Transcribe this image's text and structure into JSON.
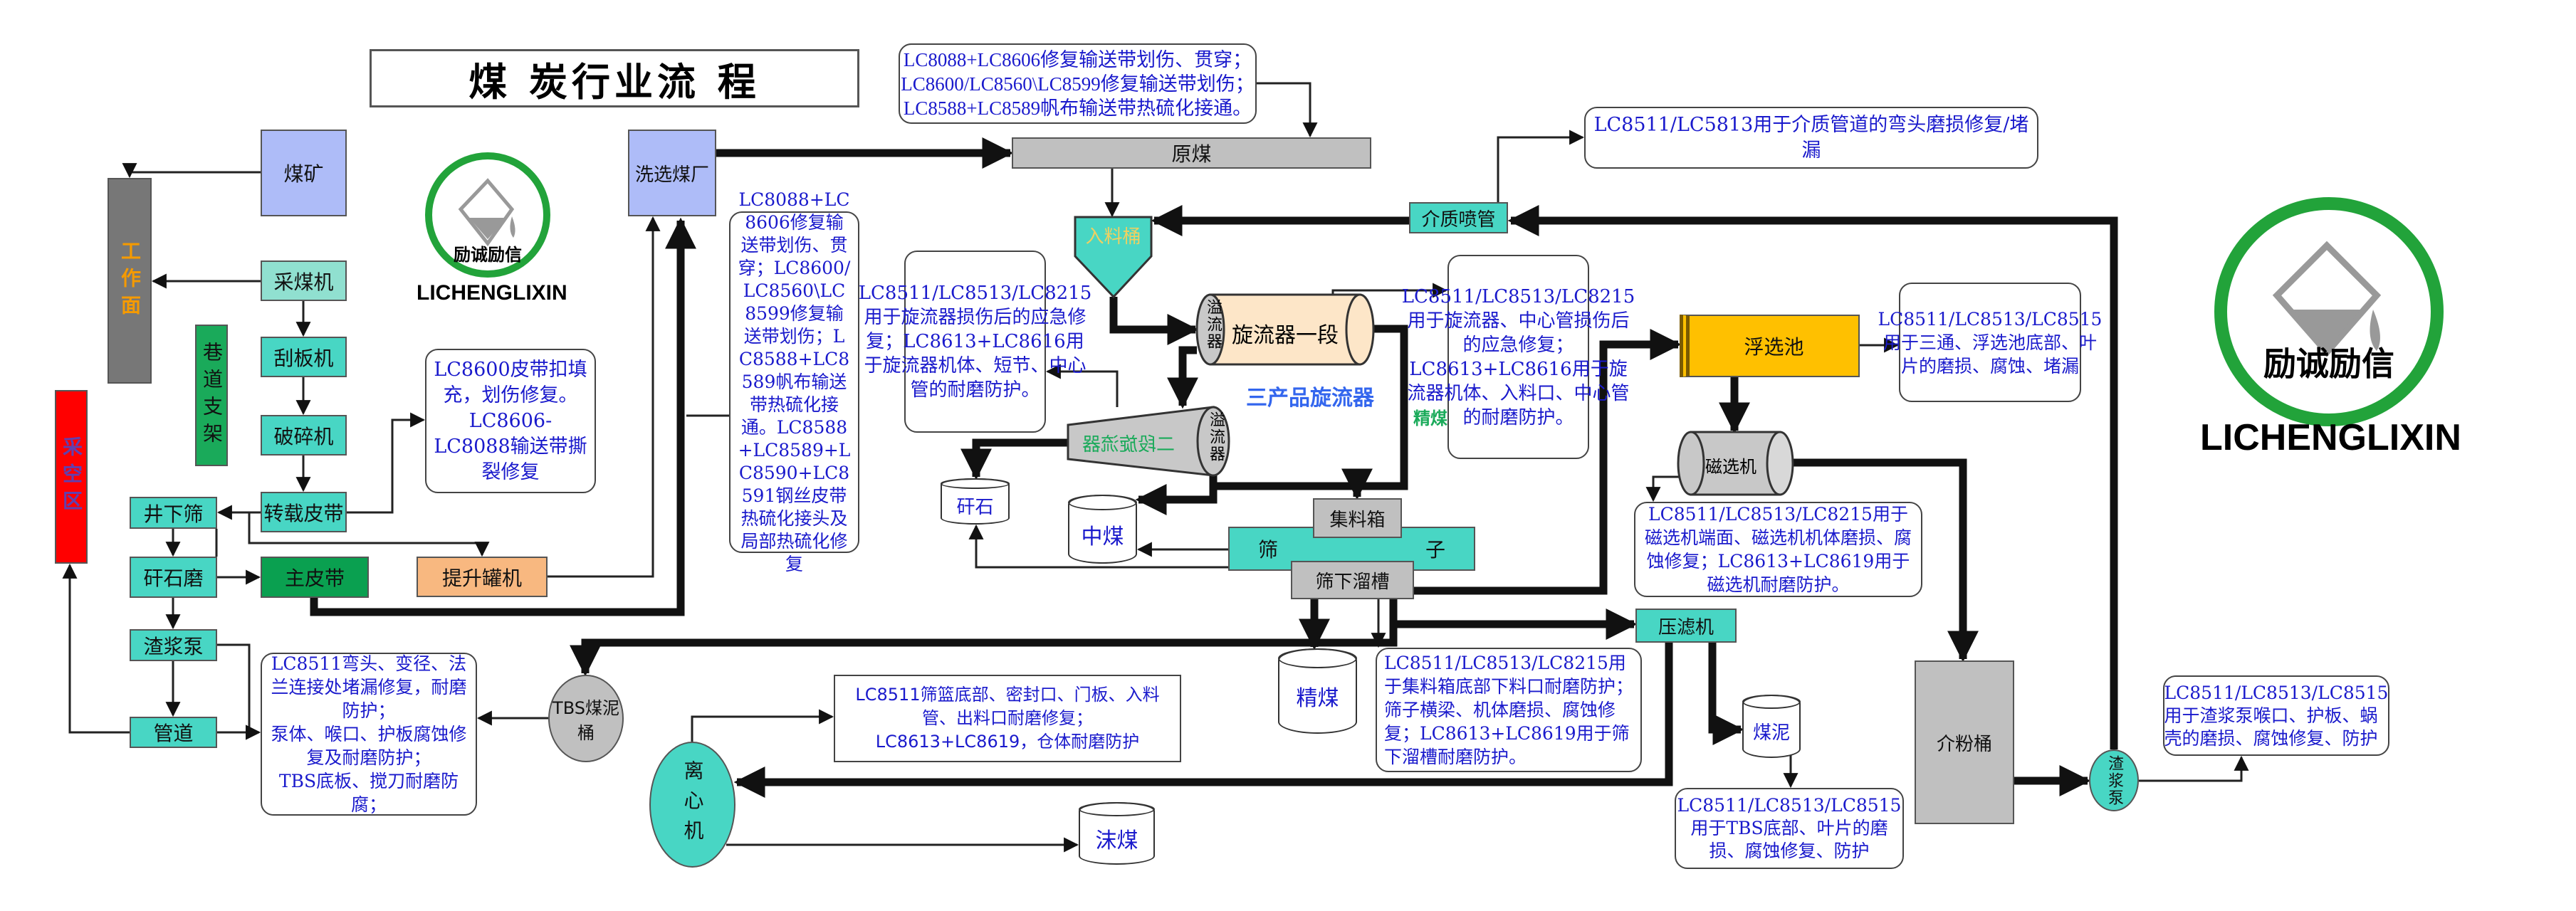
{
  "title": "煤 炭行业流 程",
  "logo": {
    "name": "励诚励信",
    "brand": "LICHENGLIXIN",
    "ring_color": "#22a33a"
  },
  "colors": {
    "teal": "#48d6c4",
    "blue_box": "#aebcf8",
    "note_text": "#1a1acc",
    "red": "#ff0000",
    "green": "#1aaa5a",
    "orange": "#f8b880",
    "yellow": "#ffc000"
  },
  "nodes": {
    "coal_mine": "煤矿",
    "work_face": "工作面",
    "shearer": "采煤机",
    "scraper": "刮板机",
    "crusher": "破碎机",
    "roadway_support": "巷道支架",
    "goaf": "采空区",
    "transfer_belt": "转载皮带",
    "underground_screen": "井下筛",
    "gangue_mill": "矸石磨",
    "main_belt": "主皮带",
    "hoist": "提升罐机",
    "slurry_pump_left": "渣浆泵",
    "pipeline": "管道",
    "washing_plant": "洗选煤厂",
    "raw_coal": "原煤",
    "feed_bin": "入料桶",
    "cyclone_stage1": "旋流器一段",
    "overflow_1": "溢流器",
    "cyclone_stage2": "二段旋流器",
    "overflow_2": "溢流器",
    "three_product_cyclone": "三产品旋流器",
    "clean_coal_label": "精煤",
    "gangue": "矸石",
    "middling": "中煤",
    "collecting_box": "集料箱",
    "screen_left": "筛",
    "screen_right": "子",
    "under_screen_chute": "筛下溜槽",
    "medium_nozzle": "介质喷管",
    "flotation": "浮选池",
    "magnetic_separator": "磁选机",
    "filter_press": "压滤机",
    "slime": "煤泥",
    "clean_coal": "精煤",
    "tbs_bucket": "TBS煤泥桶",
    "centrifuge": "离心机",
    "fine_coal": "沫煤",
    "medium_bucket": "介粉桶",
    "slurry_pump_right": "渣浆泵"
  },
  "notes": {
    "belt_top": "LC8088+LC8606修复输送带划伤、贯穿；\nLC8600/LC8560\\LC8599修复输送带划伤；\nLC8588+LC8589帆布输送带热硫化接通。",
    "belt_side": "LC8088+LC8606修复输送带划伤、贯穿；LC8600/LC8560\\LC8599修复输送带划伤；LC8588+LC8589帆布输送带热硫化接通。LC8588+LC8589+LC8590+LC8591钢丝皮带热硫化接头及局部热硫化修复",
    "belt_buckle": "LC8600皮带扣填充，划伤修复。LC8606-LC8088输送带撕裂修复",
    "pipe_elbow": "LC8511弯头、变径、法兰连接处堵漏修复，耐磨防护；\n泵体、喉口、护板腐蚀修复及耐磨防护；\nTBS底板、搅刀耐磨防腐；",
    "cyclone_left": "LC8511/LC8513/LC8215用于旋流器损伤后的应急修复；LC8613+LC8616用于旋流器机体、短节、中心管的耐磨防护。",
    "cyclone_right": "LC8511/LC8513/LC8215用于旋流器、中心管损伤后的应急修复；LC8613+LC8616用于旋流器机体、入料口、中心管的耐磨防护。",
    "medium_pipe": "LC8511/LC5813用于介质管道的弯头磨损修复/堵漏",
    "flotation": "LC8511/LC8513/LC8515用于三通、浮选池底部、叶片的磨损、腐蚀、堵漏",
    "magnetic": "LC8511/LC8513/LC8215用于磁选机端面、磁选机机体磨损、腐蚀修复；LC8613+LC8619用于磁选机耐磨防护。",
    "centrifuge": "LC8511筛篮底部、密封口、门板、入料管、出料口耐磨修复；\nLC8613+LC8619，仓体耐磨防护",
    "collecting": "LC8511/LC8513/LC8215用于集料箱底部下料口耐磨防护；筛子横梁、机体磨损、腐蚀修复；LC8613+LC8619用于筛下溜槽耐磨防护。",
    "tbs": "LC8511/LC8513/LC8515用于TBS底部、叶片的磨损、腐蚀修复、防护",
    "slurry_pump": "LC8511/LC8513/LC8515用于渣浆泵喉口、护板、蜗壳的磨损、腐蚀修复、防护"
  }
}
